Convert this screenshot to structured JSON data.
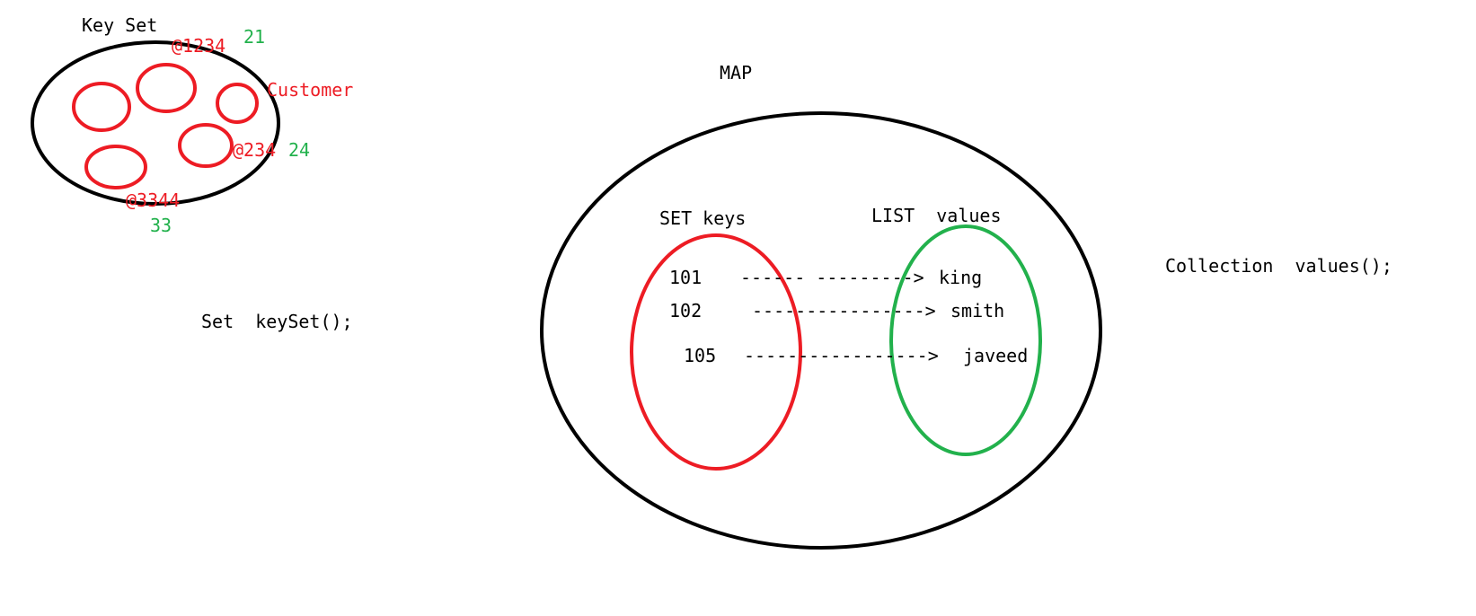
{
  "key_set_title": "Key Set",
  "key_set_labels": {
    "obj1": "@1234",
    "obj1_num": "21",
    "customer": "Customer",
    "obj2": "@234",
    "obj2_num": "24",
    "obj3": "@3344",
    "obj3_num": "33"
  },
  "keyset_method": "Set  keySet();",
  "map_title": "MAP",
  "set_keys_title": "SET keys",
  "list_values_title": "LIST  values",
  "entries": [
    {
      "key": "101",
      "arrow": "------ --------->",
      "value": "king"
    },
    {
      "key": "102",
      "arrow": "---------------->",
      "value": "smith"
    },
    {
      "key": "105",
      "arrow": "----------------->",
      "value": "javeed"
    }
  ],
  "values_method": "Collection  values();",
  "colors": {
    "black": "#000000",
    "red": "#ed1c24",
    "green": "#22b14c"
  }
}
